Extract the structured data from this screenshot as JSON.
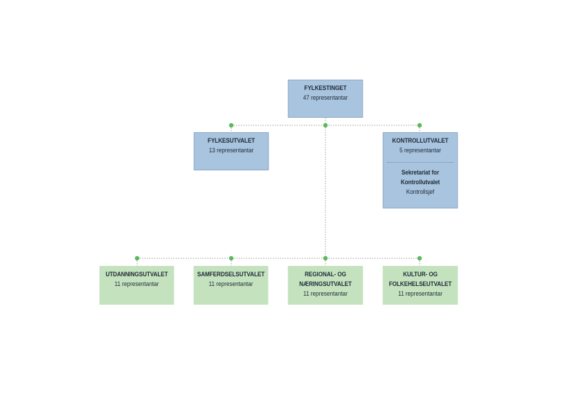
{
  "colors": {
    "blue_box": "#a8c4df",
    "green_box": "#c5e2bf",
    "connector": "#9a9a9a",
    "node_dot": "#5cb85c"
  },
  "top": {
    "title": "FYLKESTINGET",
    "sub": "47 representantar"
  },
  "fylkesutvalet": {
    "title": "FYLKESUTVALET",
    "sub": "13 representantar"
  },
  "kontrollutvalet": {
    "title": "KONTROLLUTVALET",
    "sub": "5 representantar",
    "secretariat_line1": "Sekretariat for",
    "secretariat_line2": "Kontrollutvalet",
    "secretariat_line3": "Kontrollsjef"
  },
  "committees": [
    {
      "title_line1": "UTDANNINGSUTVALET",
      "title_line2": "",
      "sub": "11 representantar"
    },
    {
      "title_line1": "SAMFERDSELSUTVALET",
      "title_line2": "",
      "sub": "11 representantar"
    },
    {
      "title_line1": "REGIONAL- OG",
      "title_line2": "NÆRINGSUTVALET",
      "sub": "11 representantar"
    },
    {
      "title_line1": "KULTUR- OG",
      "title_line2": "FOLKEHELSEUTVALET",
      "sub": "11 representantar"
    }
  ]
}
